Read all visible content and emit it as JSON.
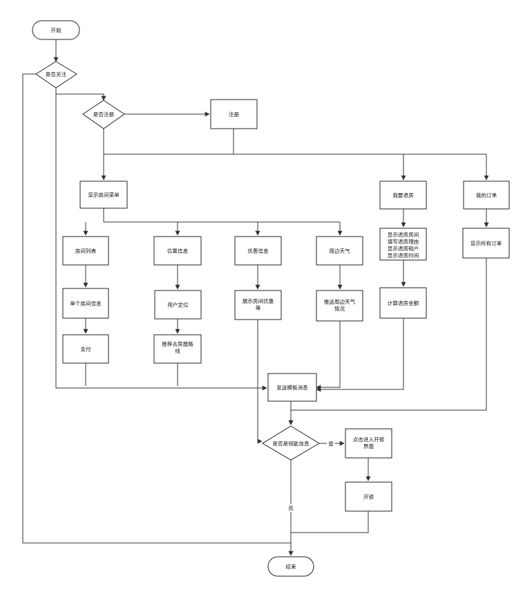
{
  "nodes": {
    "start": "开始",
    "follow_q": "是否关注",
    "register_q": "是否注册",
    "register": "注册",
    "room_menu": "显示房间菜单",
    "checkout": "我要退房",
    "my_orders": "我的订单",
    "room_list": "房间列表",
    "location": "位置信息",
    "discount": "优惠信息",
    "weather": "周边天气",
    "single_room": "单个房间信息",
    "user_locate": "用户定位",
    "show_discount": [
      "展示房间优惠",
      "等"
    ],
    "push_weather": [
      "推送周边天气",
      "情况"
    ],
    "pay": "支付",
    "recommend_route": [
      "推荐去房屋路",
      "线"
    ],
    "checkout_info": [
      "显示退房房间",
      "填写退房理由",
      "显示退房租户",
      "显示退房时间"
    ],
    "calc_refund": "计算退房金额",
    "all_orders": "显示所有订单",
    "send_template": "发送模板消息",
    "key_q": "是否是钥匙信息",
    "enter_unlock": [
      "点击进入开锁",
      "界面"
    ],
    "unlock": "开锁",
    "end": "结束"
  },
  "edge_labels": {
    "yes": "是",
    "no": "否"
  }
}
